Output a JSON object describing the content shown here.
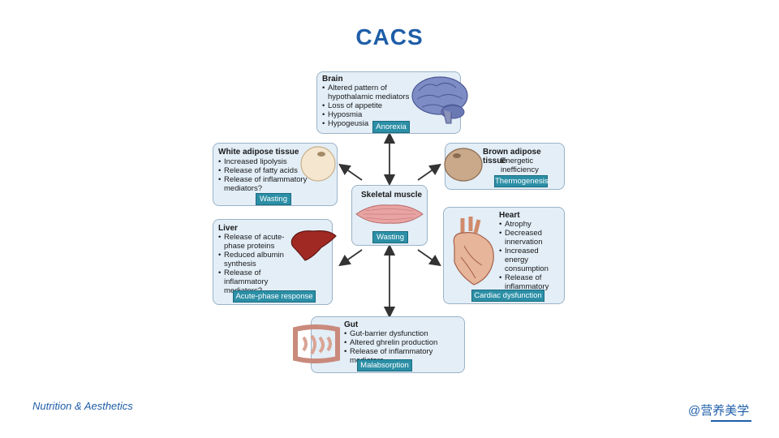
{
  "title": "CACS",
  "brain": {
    "title": "Brain",
    "items": [
      "Altered pattern of hypothalamic mediators",
      "Loss of appetite",
      "Hyposmia",
      "Hypogeusia"
    ],
    "tag": "Anorexia"
  },
  "white_adipose": {
    "title": "White adipose tissue",
    "items": [
      "Increased lipolysis",
      "Release of fatty acids",
      "Release of inflammatory mediators?"
    ],
    "tag": "Wasting"
  },
  "brown_adipose": {
    "title": "Brown adipose tissue",
    "text": "Energetic inefficiency",
    "tag": "Thermogenesis"
  },
  "skeletal_muscle": {
    "title": "Skeletal muscle",
    "tag": "Wasting"
  },
  "liver": {
    "title": "Liver",
    "items": [
      "Release of acute-phase proteins",
      "Reduced albumin synthesis",
      "Release of inflammatory mediators?"
    ],
    "tag": "Acute-phase response"
  },
  "heart": {
    "title": "Heart",
    "items": [
      "Atrophy",
      "Decreased innervation",
      "Increased energy consumption",
      "Release of inflammatory mediators?"
    ],
    "tag": "Cardiac dysfunction"
  },
  "gut": {
    "title": "Gut",
    "items": [
      "Gut-barrier dysfunction",
      "Altered ghrelin production",
      "Release of inflammatory mediators"
    ],
    "tag": "Malabsorption"
  },
  "footer": {
    "left": "Nutrition & Aesthetics",
    "right": "@营养美学"
  }
}
